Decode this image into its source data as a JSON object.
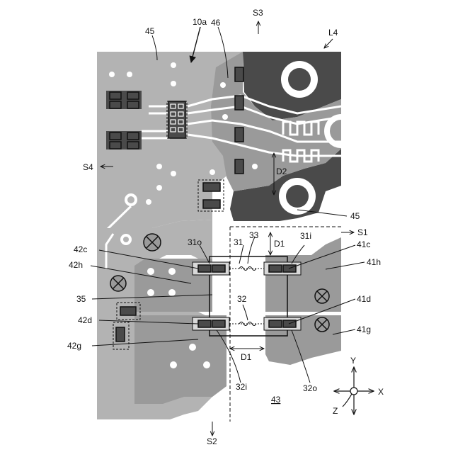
{
  "figure": {
    "colors": {
      "board_light": "#b3b3b3",
      "board_mid": "#9a9a9a",
      "board_dark": "#4a4a4a",
      "line": "#111111",
      "via": "#ffffff"
    },
    "labels": {
      "l_10a": "10a",
      "l_45_top": "45",
      "l_46": "46",
      "l_s3": "S3",
      "l_l4": "L4",
      "l_s4": "S4",
      "l_d2": "D2",
      "l_45_right": "45",
      "l_s1": "S1",
      "l_33": "33",
      "l_31o": "31o",
      "l_31": "31",
      "l_d1_v": "D1",
      "l_31i": "31i",
      "l_42c": "42c",
      "l_41c": "41c",
      "l_42h": "42h",
      "l_41h": "41h",
      "l_35": "35",
      "l_32": "32",
      "l_41d": "41d",
      "l_42d": "42d",
      "l_41g": "41g",
      "l_42g": "42g",
      "l_d1_h": "D1",
      "l_32i": "32i",
      "l_32o": "32o",
      "l_43": "43",
      "l_s2": "S2",
      "l_y": "Y",
      "l_x": "X",
      "l_z": "Z"
    },
    "axes_icon": "xyz-coordinate-axes-icon"
  }
}
